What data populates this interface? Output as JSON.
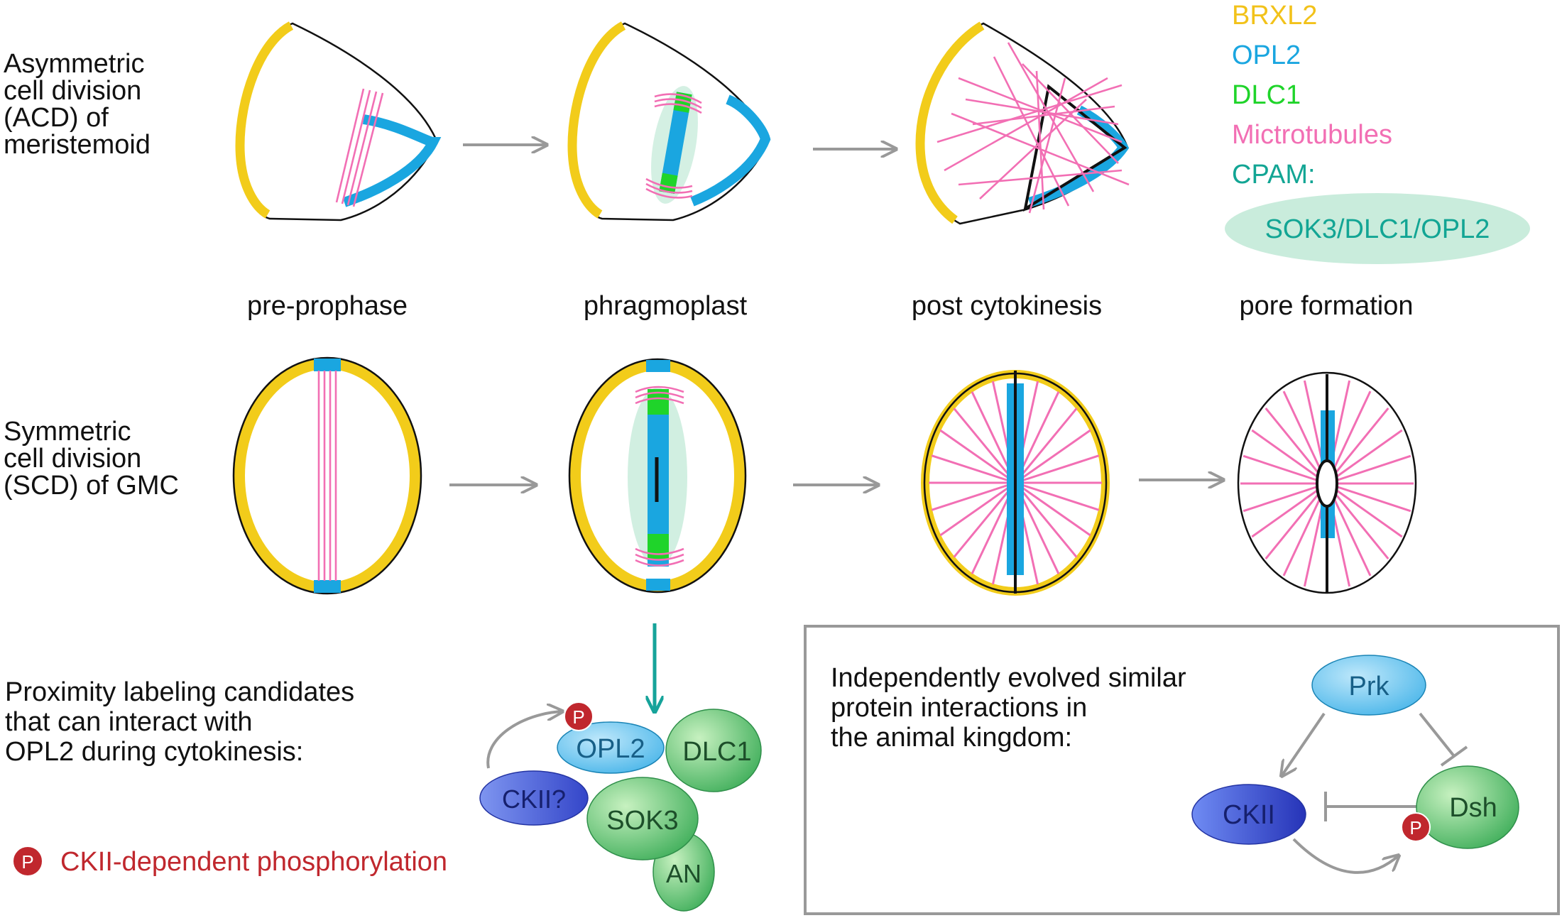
{
  "rows": {
    "acd_label": [
      "Asymmetric",
      "cell division",
      "(ACD) of",
      "meristemoid"
    ],
    "scd_label": [
      "Symmetric",
      "cell division",
      "(SCD) of GMC"
    ]
  },
  "stages": {
    "preprophase": "pre-prophase",
    "phragmoplast": "phragmoplast",
    "post_cytokinesis": "post cytokinesis",
    "pore_formation": "pore formation"
  },
  "legend": {
    "brxl2": "BRXL2",
    "opl2": "OPL2",
    "dlc1": "DLC1",
    "microtubules": "Mictrotubules",
    "cpam": "CPAM:",
    "cpam_complex": "SOK3/DLC1/OPL2"
  },
  "proximity": {
    "text": [
      "Proximity labeling candidates",
      "that can interact with",
      "OPL2 during cytokinesis:"
    ],
    "proteins": {
      "opl2": "OPL2",
      "dlc1": "DLC1",
      "ckii": "CKII?",
      "sok3": "SOK3",
      "an": "AN"
    },
    "phospho_marker": "P",
    "phospho_legend": "CKII-dependent phosphorylation"
  },
  "animal_box": {
    "text": [
      "Independently evolved similar",
      "protein interactions in",
      "the animal kingdom:"
    ],
    "proteins": {
      "prk": "Prk",
      "ckii": "CKII",
      "dsh": "Dsh"
    },
    "phospho_marker": "P"
  },
  "colors": {
    "brxl2": "#f2cc1a",
    "opl2": "#1aa6e0",
    "dlc1": "#1fd42a",
    "microtubules": "#f26fb4",
    "cpam": "#12a594",
    "cpam_fill": "#c9ecdc",
    "phospho": "#c0272d",
    "arrow_gray": "#999999",
    "arrow_teal": "#16a39a"
  }
}
